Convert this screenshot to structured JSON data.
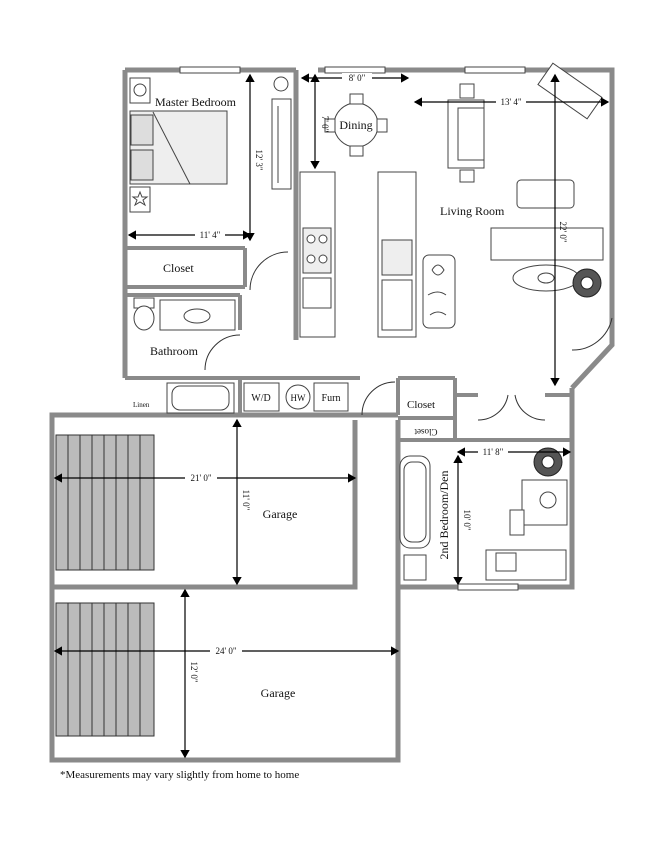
{
  "rooms": {
    "master_bedroom": "Master Bedroom",
    "dining": "Dining",
    "living_room": "Living Room",
    "closet_master": "Closet",
    "bathroom": "Bathroom",
    "linen": "Linen",
    "wd": "W/D",
    "hw": "HW",
    "furn": "Furn",
    "closet_hall": "Closet",
    "closet_small": "Closet",
    "second_bedroom": "2nd Bedroom/Den",
    "garage_upper": "Garage",
    "garage_lower": "Garage"
  },
  "dimensions": {
    "dining_width": "8' 0\"",
    "dining_depth": "7' 0\"",
    "master_depth": "12' 3\"",
    "master_width": "11' 4\"",
    "living_width": "13' 4\"",
    "living_depth": "22' 0\"",
    "second_width": "11' 8\"",
    "second_depth": "10' 0\"",
    "garage_upper_width": "21' 0\"",
    "garage_upper_depth": "11' 0\"",
    "garage_lower_width": "24' 0\"",
    "garage_lower_depth": "12' 0\""
  },
  "footnote": "*Measurements may vary slightly from home to home"
}
